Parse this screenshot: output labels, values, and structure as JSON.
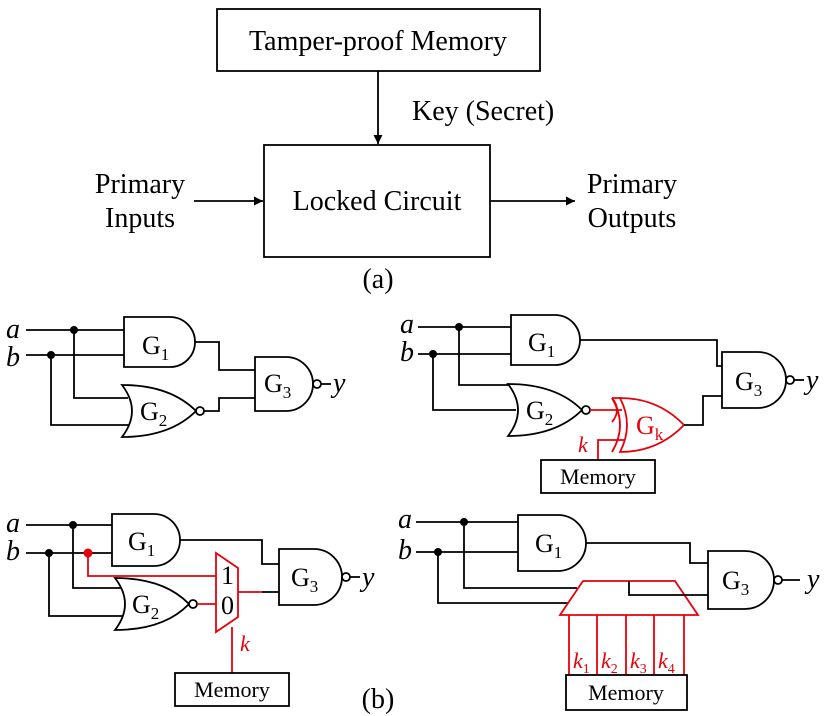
{
  "block": {
    "memory_label": "Tamper-proof Memory",
    "key_label": "Key (Secret)",
    "inputs_line1": "Primary",
    "inputs_line2": "Inputs",
    "circuit_label": "Locked Circuit",
    "outputs_line1": "Primary",
    "outputs_line2": "Outputs",
    "caption": "(a)"
  },
  "circuits": {
    "input_a": "a",
    "input_b": "b",
    "output_y": "y",
    "gate_letter": "G",
    "g1_sub": "1",
    "g2_sub": "2",
    "g3_sub": "3",
    "gk_sub": "k",
    "key_k": "k",
    "memory_label": "Memory",
    "mux_in1": "1",
    "mux_in0": "0",
    "k1_sub": "1",
    "k2_sub": "2",
    "k3_sub": "3",
    "k4_sub": "4",
    "caption": "(b)"
  },
  "colors": {
    "wire": "#000000",
    "key_logic": "#e8000b",
    "background": "#ffffff"
  }
}
